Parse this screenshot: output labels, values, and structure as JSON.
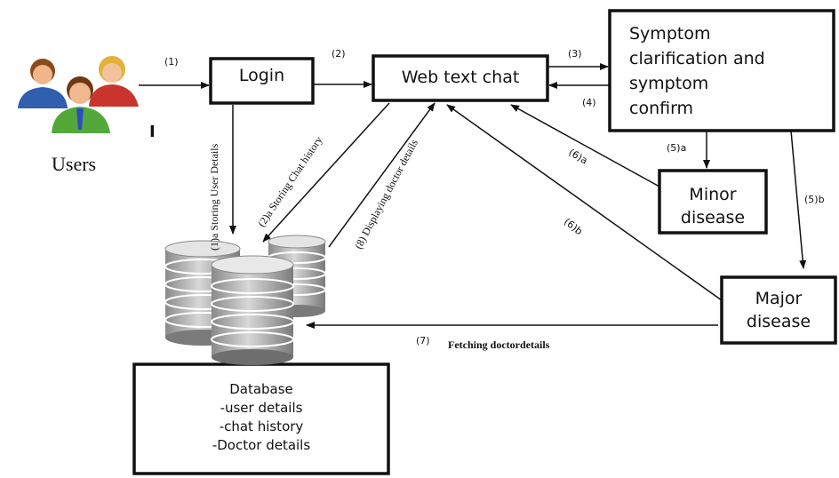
{
  "users": {
    "label": "Users",
    "cursor_mark": "I"
  },
  "boxes": {
    "login": "Login",
    "web_chat": "Web text chat",
    "symptom": [
      "Symptom",
      "clarification and",
      "symptom",
      "confirm"
    ],
    "minor": [
      "Minor",
      "disease"
    ],
    "major": [
      "Major",
      "disease"
    ],
    "database": [
      "Database",
      "-user details",
      "-chat history",
      "-Doctor details"
    ]
  },
  "steps": {
    "s1": "(1)",
    "s2": "(2)",
    "s3": "(3)",
    "s4": "(4)",
    "s5a": "(5)a",
    "s5b": "(5)b",
    "s6a": "(6)a",
    "s6b": "(6)b",
    "s7": "(7)",
    "s1a": "(1)a  Storing User  Details",
    "s2a": "(2)a Storing Chat history",
    "s8": "(8) Displaying doctor details",
    "fetch": "Fetching doctordetails"
  },
  "colors": {
    "line": "#111111",
    "db_gray": "#9a9a9a",
    "db_light": "#d6d6d6"
  }
}
